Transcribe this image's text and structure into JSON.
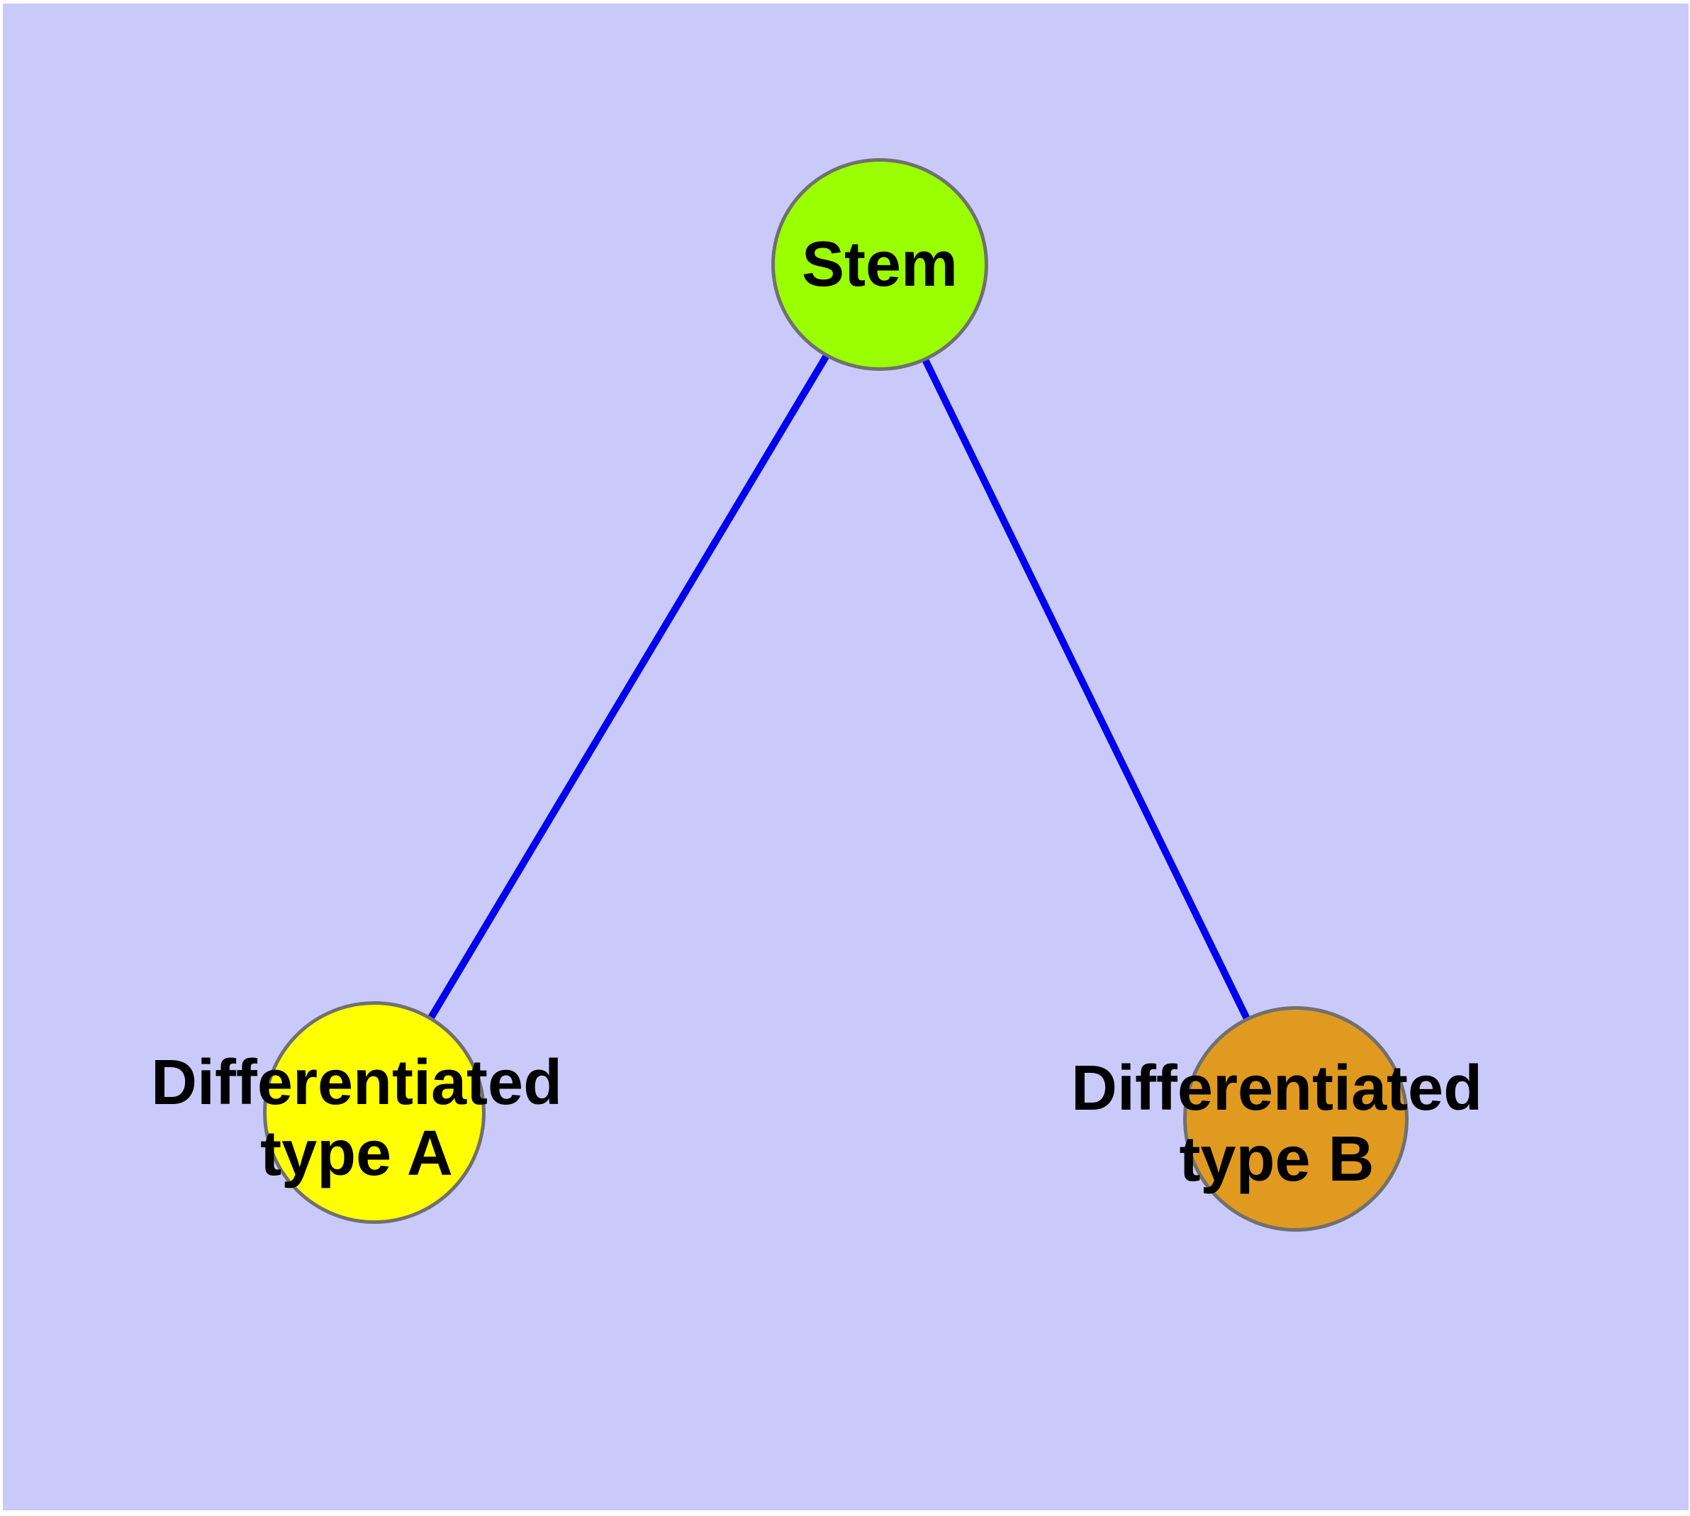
{
  "diagram": {
    "background_color": "#CACAFA",
    "node_border_color": "#707070",
    "edge_color": "#0000EE",
    "text_color": "#000000",
    "nodes": [
      {
        "id": "stem",
        "label": "Stem",
        "fill_color": "#9AFF00"
      },
      {
        "id": "differentiated-type-a",
        "label_line1": "Differentiated",
        "label_line2": "type A",
        "fill_color": "#FFFF00"
      },
      {
        "id": "differentiated-type-b",
        "label_line1": "Differentiated",
        "label_line2": "type B",
        "fill_color": "#E09A20"
      }
    ],
    "edges": [
      {
        "from": "Stem",
        "to": "Differentiated type A"
      },
      {
        "from": "Stem",
        "to": "Differentiated type B"
      }
    ]
  }
}
